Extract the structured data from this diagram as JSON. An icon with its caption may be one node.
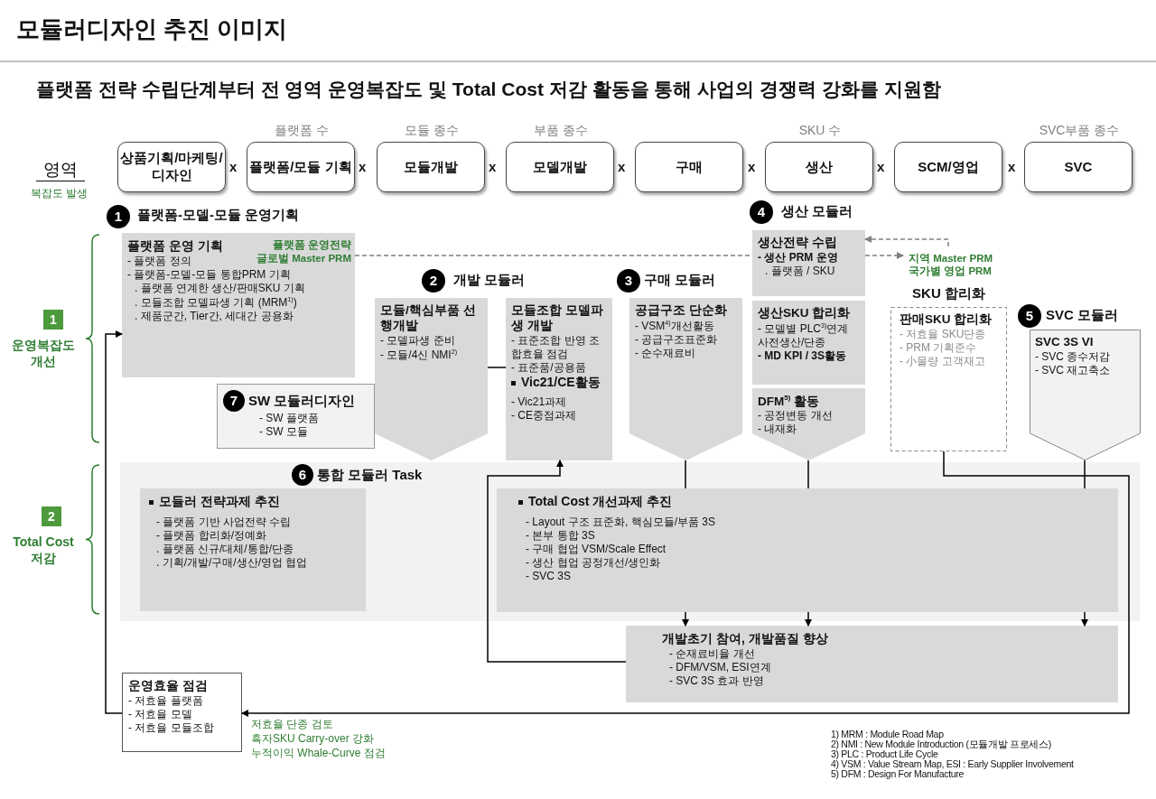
{
  "diagram": {
    "title": "모듈러디자인 추진 이미지",
    "nodes": [
      {
        "text": [
          "상품기획/마케팅/디자인"
        ]
      },
      {
        "text": [
          "플랫폼/모듈 기획"
        ],
        "beside": [
          "플랫폼 수"
        ]
      },
      {
        "text": [
          "모듈개발"
        ],
        "beside": [
          "모듈 종수"
        ]
      },
      {
        "text": [
          "모델개발"
        ],
        "beside": [
          "부품 종수"
        ]
      },
      {
        "text": [
          "구매"
        ]
      },
      {
        "text": [
          "생산"
        ],
        "beside": [
          "SKU 수"
        ]
      },
      {
        "text": [
          "SCM/영업"
        ]
      },
      {
        "text": [
          "SVC"
        ],
        "beside": [
          "SVC부품 종수"
        ]
      },
      {
        "text": [
          "플랫폼 운영 기획",
          "플랫폼 운영전략",
          "글로벌 Master PRM",
          "- 플랫폼 정의",
          "- 플랫폼-모델-모듈 통합PRM 기획",
          ". 플랫폼 연계한 생산/판매SKU 기획",
          ". 모듈조합 모델파생 기획 (MRM$^{1)}$)",
          ". 제품군간, Tier간, 세대간 공용화"
        ]
      },
      {
        "text": [
          "7",
          "SW 모듈러디자인",
          "- SW 플랫폼",
          "- SW 모듈"
        ]
      },
      {
        "text": [
          "모듈/핵심부품 선행개발",
          "- 모델파생 준비",
          "- 모듈/4신 NMI$^{2)}$"
        ]
      },
      {
        "text": [
          "모듈조합 모델파생 개발",
          "- 표준조합 반영 조합효율 점검",
          "- 표준품/공용품",
          "Vic21/CE활동",
          "- Vic21과제",
          "- CE중점과제"
        ]
      },
      {
        "text": [
          "공급구조 단순화",
          "- VSM$^{4)}$개선활동",
          "- 공급구조표준화",
          "- 순수재료비"
        ]
      },
      {
        "text": [
          "생산전략 수립",
          "- 생산 PRM 운영",
          ". 플랫폼 / SKU"
        ]
      },
      {
        "text": [
          "지역 Master PRM",
          "국가별 영업 PRM"
        ]
      },
      {
        "text": [
          "생산SKU 합리화",
          "- 모델별 PLC$^{3)}$연계 사전생산/단종",
          "- MD KPI / 3S활동"
        ]
      },
      {
        "text": [
          "DFM$^{5)}$ 활동",
          "- 공정변동 개선",
          "- 내재화"
        ]
      },
      {
        "text": [
          "SKU 합리화",
          "판매SKU 합리화",
          "- 저효율 SKU단종",
          "- PRM 기획준수",
          "- 小물량 고객재고"
        ]
      },
      {
        "text": [
          "SVC 3S VI",
          "- SVC 종수저감",
          "- SVC 재고축소"
        ]
      },
      {
        "text": [
          "6",
          "통합 모듈러 Task"
        ]
      },
      {
        "text": [
          "모듈러 전략과제 추진",
          "- 플랫폼 기반 사업전략 수립",
          "- 플랫폼 합리화/정예화",
          ". 플랫폼 신규/대체/통합/단종",
          ". 기획/개발/구매/생산/영업 협업"
        ],
        "in": 19
      },
      {
        "text": [
          "Total Cost 개선과제 추진",
          "- Layout 구조 표준화, 핵심모듈/부품 3S",
          "- 본부 통합 3S",
          "- 구매 협업 VSM/Scale Effect",
          "- 생산 협업 공정개선/생인화",
          "- SVC 3S"
        ],
        "in": 19
      },
      {
        "text": [
          "개발초기 참여, 개발품질 향상",
          "- 순재료비율 개선",
          "- DFM/VSM, ESI연계",
          "- SVC 3S 효과 반영"
        ]
      },
      {
        "text": [
          "운영효율 점검",
          "- 저효율 플랫폼",
          "- 저효율 모델",
          "- 저효율 모듈조합"
        ]
      }
    ],
    "edges": [
      {
        "from": 8,
        "to": 13,
        "arrow": "none",
        "style": "dashed",
        "color": "#808080"
      },
      {
        "from": 13,
        "to": 14,
        "arrow": "to",
        "style": "dashed",
        "color": "#808080"
      },
      {
        "from": 14,
        "to": 13,
        "arrow": "to",
        "style": "dashed",
        "color": "#808080"
      },
      {
        "from": 10,
        "to": 11,
        "arrow": "none"
      },
      {
        "from": 12,
        "to": 21,
        "arrow": "none"
      },
      {
        "from": 16,
        "to": 21,
        "arrow": "none"
      },
      {
        "from": 18,
        "to": 21,
        "arrow": "none"
      },
      {
        "from": 21,
        "to": 22,
        "arrow": "to"
      },
      {
        "from": 21,
        "to": 22,
        "arrow": "to"
      },
      {
        "from": 21,
        "to": 22,
        "arrow": "to"
      },
      {
        "from": 22,
        "to": 11,
        "arrow": "to"
      },
      {
        "from": 17,
        "to": 23,
        "arrow": "to"
      },
      {
        "from": 23,
        "to": 8,
        "arrow": "to"
      }
    ],
    "labels": [
      "플랫폼 전략 수립단계부터 전 영역 운영복잡도 및 Total Cost 저감 활동을 통해 사업의 경쟁력 강화를 지원함",
      "영역",
      "복잡도 발생",
      "x",
      "x",
      "x",
      "x",
      "x",
      "x",
      "x",
      "1",
      "플랫폼-모델-모듈 운영기획",
      "4",
      "생산 모듈러",
      "1",
      "운영복잡도 개선",
      "2",
      "개발 모듈러",
      "3",
      "구매 모듈러",
      "5",
      "SVC 모듈러",
      "2",
      "Total Cost 저감",
      "저효율 단종 검토",
      "흑자SKU Carry-over 강화",
      "누적이익 Whale-Curve 점검",
      "1) MRM : Module Road Map",
      "2) NMI : New Module Introduction (모듈개발 프로세스)",
      "3) PLC : Product Life Cycle",
      "4) VSM : Value Stream Map, ESI : Early Supplier Involvement",
      "5) DFM : Design For Manufacture"
    ]
  }
}
